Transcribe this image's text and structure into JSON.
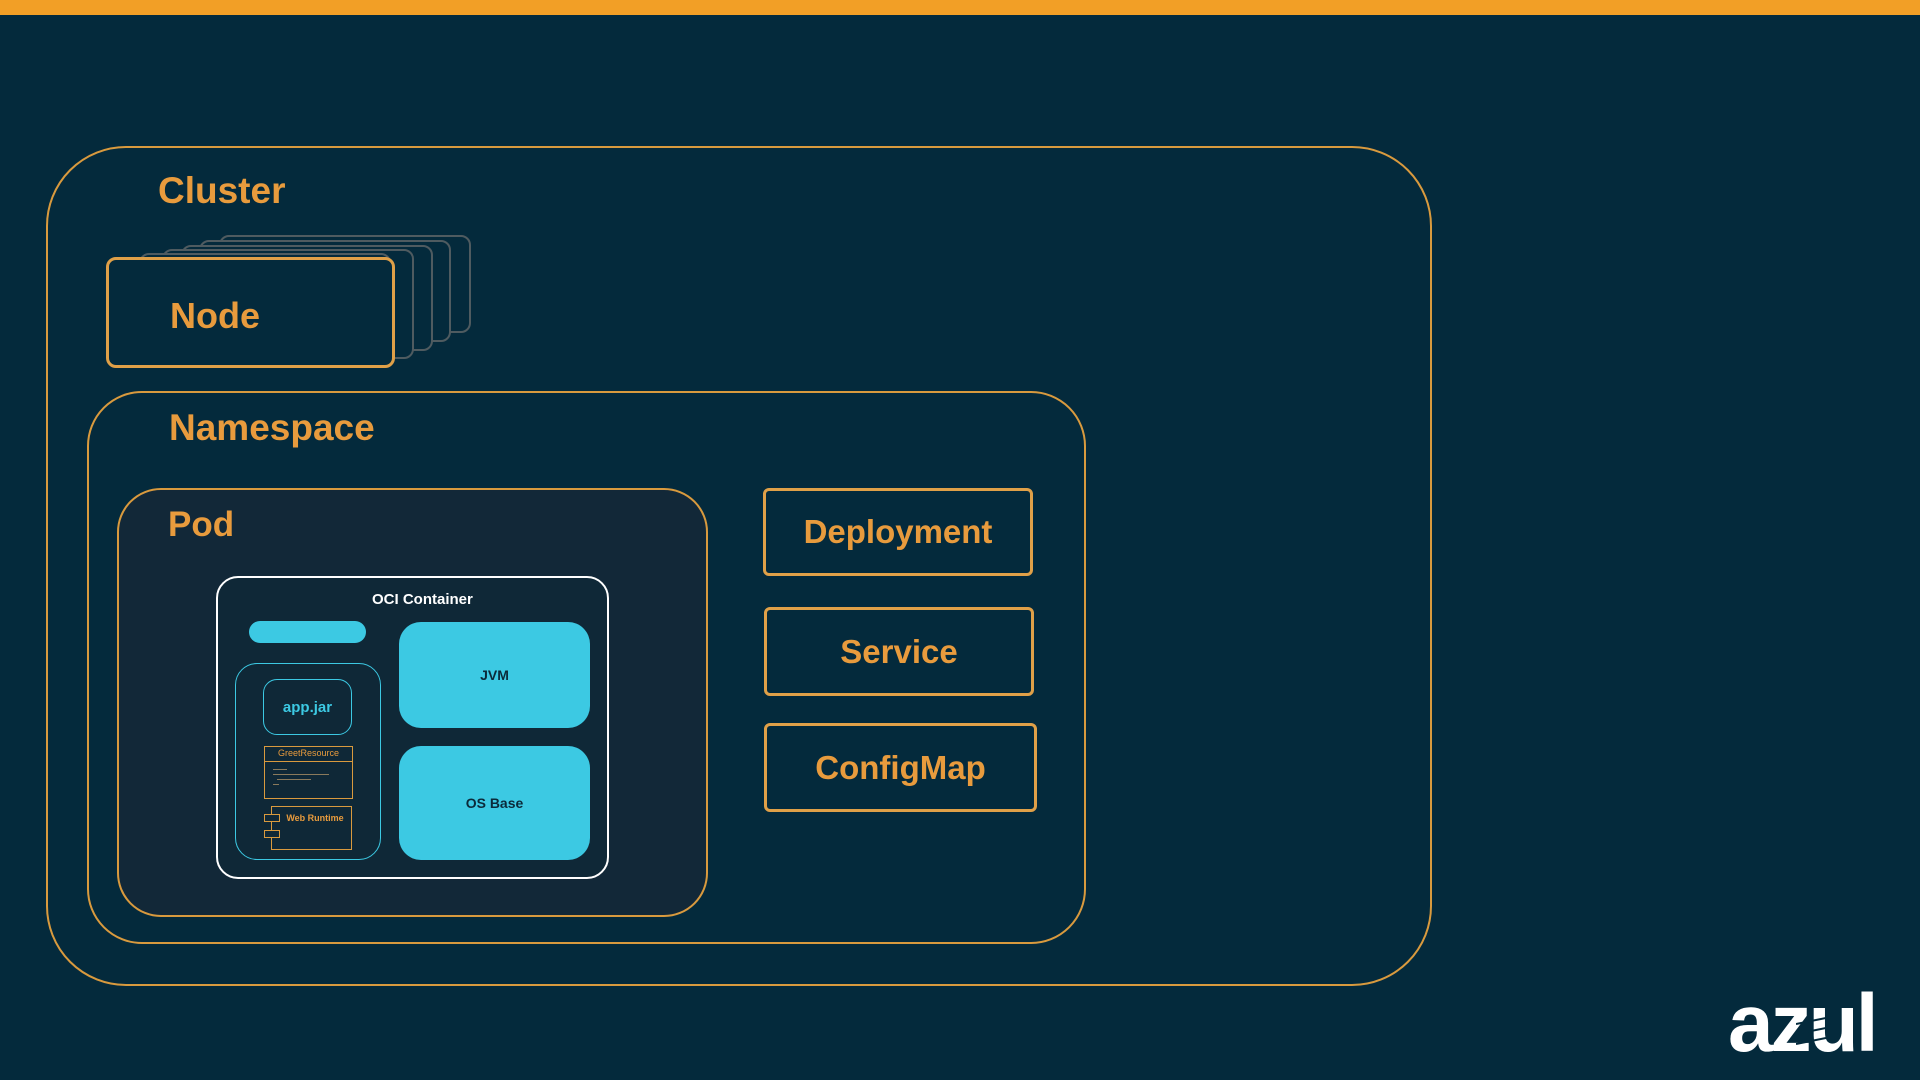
{
  "colors": {
    "background": "#042a3c",
    "accent_orange": "#f29f26",
    "border_orange": "#d99a3e",
    "cyan": "#3cc9e3",
    "white": "#ffffff"
  },
  "diagram": {
    "cluster": {
      "label": "Cluster"
    },
    "node": {
      "label": "Node"
    },
    "namespace": {
      "label": "Namespace"
    },
    "pod": {
      "label": "Pod"
    },
    "oci_container": {
      "label": "OCI Container",
      "jvm_label": "JVM",
      "os_base_label": "OS Base",
      "app_jar_label": "app.jar",
      "greet_resource_label": "GreetResource",
      "web_runtime_label": "Web Runtime"
    },
    "resources": {
      "deployment": "Deployment",
      "service": "Service",
      "configmap": "ConfigMap"
    }
  },
  "logo": {
    "text": "azul"
  }
}
